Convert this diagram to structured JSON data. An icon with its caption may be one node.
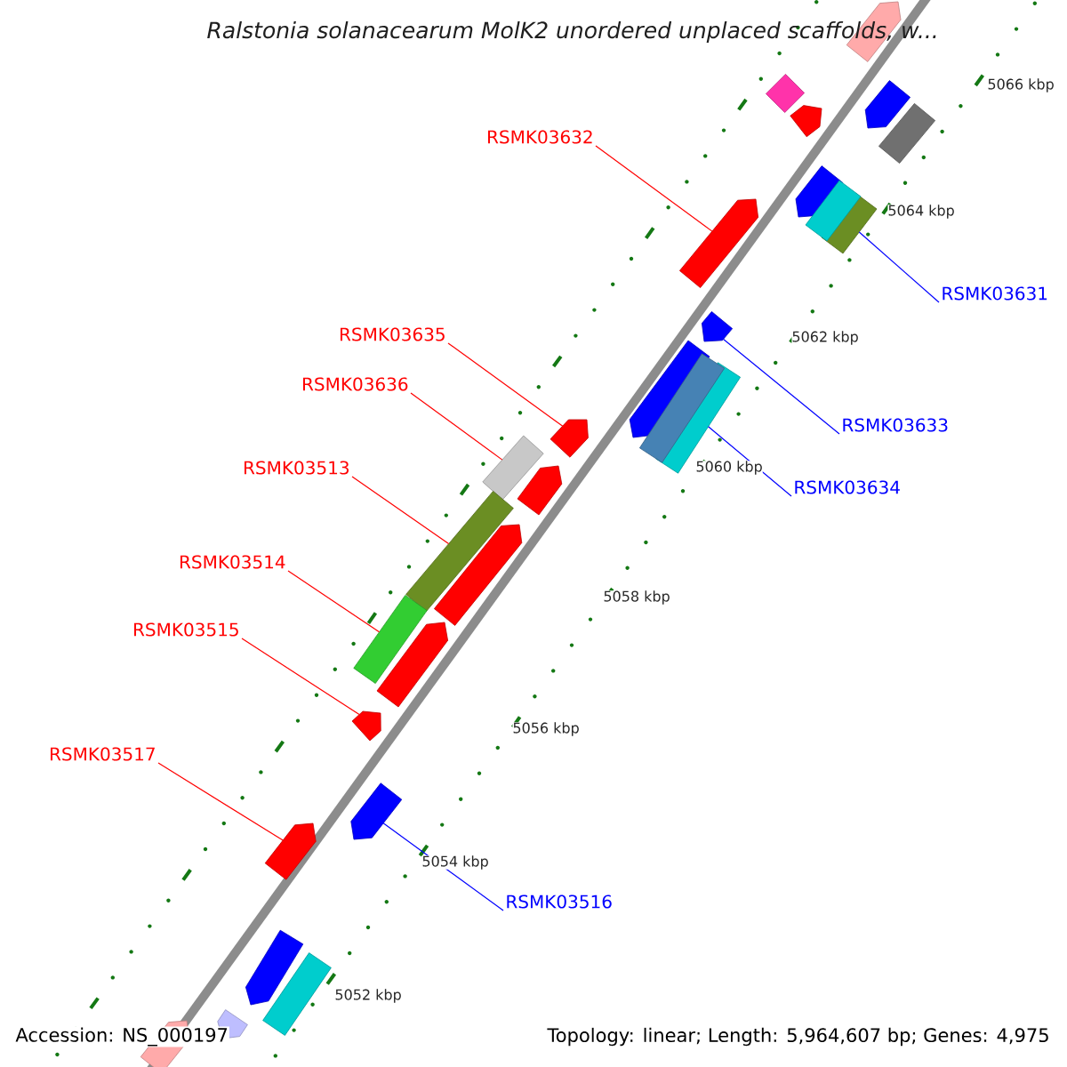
{
  "diagram": {
    "title": "Ralstonia solanacearum MolK2 unordered unplaced scaffolds, w...",
    "nodes": [
      {
        "text": [
          "RSMK03632"
        ]
      },
      {
        "text": [],
        "shape": "pentagon"
      },
      {
        "text": [
          "RSMK03631"
        ]
      },
      {
        "text": [],
        "shape": "bar"
      },
      {
        "text": [
          "RSMK03635"
        ]
      },
      {
        "text": [],
        "shape": "pentagon"
      },
      {
        "text": [
          "RSMK03636"
        ]
      },
      {
        "text": [],
        "shape": "bar"
      },
      {
        "text": [
          "RSMK03633"
        ]
      },
      {
        "text": [],
        "shape": "pentagon"
      },
      {
        "text": [
          "RSMK03634"
        ]
      },
      {
        "text": [],
        "shape": "bar"
      },
      {
        "text": [
          "RSMK03513"
        ]
      },
      {
        "text": [],
        "shape": "bar"
      },
      {
        "text": [
          "RSMK03514"
        ]
      },
      {
        "text": [],
        "shape": "bar"
      },
      {
        "text": [
          "RSMK03515"
        ]
      },
      {
        "text": [],
        "shape": "pentagon"
      },
      {
        "text": [
          "RSMK03517"
        ]
      },
      {
        "text": [],
        "shape": "pentagon"
      },
      {
        "text": [
          "RSMK03516"
        ]
      },
      {
        "text": [],
        "shape": "pentagon"
      },
      {
        "text": [],
        "shape": "pentagon"
      },
      {
        "text": [],
        "shape": "bar"
      },
      {
        "text": [],
        "shape": "pentagon"
      },
      {
        "text": [],
        "shape": "pentagon"
      },
      {
        "text": [],
        "shape": "bar"
      },
      {
        "text": [],
        "shape": "pentagon"
      },
      {
        "text": [],
        "shape": "bar"
      },
      {
        "text": [],
        "shape": "pentagon"
      },
      {
        "text": [],
        "shape": "bar"
      },
      {
        "text": [],
        "shape": "pentagon"
      },
      {
        "text": [],
        "shape": "pentagon"
      },
      {
        "text": [],
        "shape": "pentagon"
      },
      {
        "text": [],
        "shape": "pentagon"
      },
      {
        "text": [],
        "shape": "bar"
      },
      {
        "text": [],
        "shape": "pentagon"
      },
      {
        "text": [],
        "shape": "pentagon"
      }
    ],
    "edges": [
      {
        "from": 0,
        "to": 1,
        "arrow": "none"
      },
      {
        "from": 2,
        "to": 3,
        "arrow": "none",
        "color": "#0000ff"
      },
      {
        "from": 4,
        "to": 5,
        "arrow": "none"
      },
      {
        "from": 6,
        "to": 7,
        "arrow": "none"
      },
      {
        "from": 8,
        "to": 9,
        "arrow": "none",
        "color": "#0000ff"
      },
      {
        "from": 10,
        "to": 11,
        "arrow": "none",
        "color": "#0000ff"
      },
      {
        "from": 12,
        "to": 13,
        "arrow": "none"
      },
      {
        "from": 14,
        "to": 15,
        "arrow": "none"
      },
      {
        "from": 16,
        "to": 17,
        "arrow": "none"
      },
      {
        "from": 18,
        "to": 19,
        "arrow": "none"
      },
      {
        "from": 20,
        "to": 21,
        "arrow": "none",
        "color": "#0000ff"
      }
    ],
    "labels": [
      "5066 kbp",
      "5064 kbp",
      "5062 kbp",
      "5060 kbp",
      "5058 kbp",
      "5056 kbp",
      "5054 kbp",
      "5052 kbp",
      "Accession: NS_000197",
      "Topology: linear; Length: 5,964,607 bp; Genes: 4,975"
    ]
  }
}
